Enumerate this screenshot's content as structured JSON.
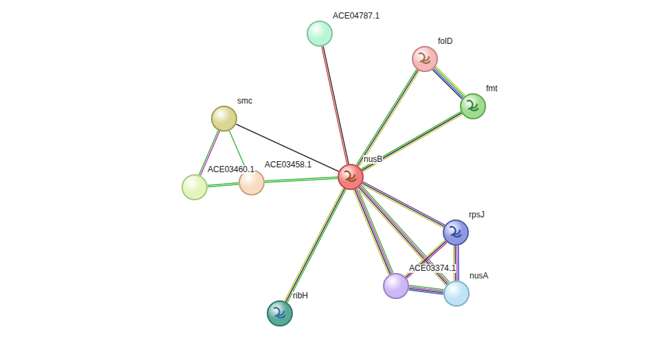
{
  "diagram": {
    "nodes": [
      {
        "text": [
          "ACE04787.1"
        ]
      },
      {
        "text": [
          "folD"
        ]
      },
      {
        "text": [
          "fmt"
        ]
      },
      {
        "text": [
          "smc"
        ]
      },
      {
        "text": [
          "ACE03460.1"
        ]
      },
      {
        "text": [
          "ACE03458.1"
        ]
      },
      {
        "text": [
          "nusB"
        ]
      },
      {
        "text": [
          "rpsJ"
        ]
      },
      {
        "text": [
          "ACE03374.1"
        ]
      },
      {
        "text": [
          "nusA"
        ]
      },
      {
        "text": [
          "ribH"
        ]
      }
    ],
    "edges": [
      {
        "from": 6,
        "to": 0,
        "arrow": "none"
      },
      {
        "from": 6,
        "to": 1,
        "arrow": "none"
      },
      {
        "from": 6,
        "to": 2,
        "arrow": "none"
      },
      {
        "from": 1,
        "to": 2,
        "arrow": "none"
      },
      {
        "from": 6,
        "to": 3,
        "arrow": "none"
      },
      {
        "from": 3,
        "to": 4,
        "arrow": "none"
      },
      {
        "from": 3,
        "to": 5,
        "arrow": "none"
      },
      {
        "from": 4,
        "to": 5,
        "arrow": "none"
      },
      {
        "from": 6,
        "to": 5,
        "arrow": "none"
      },
      {
        "from": 6,
        "to": 10,
        "arrow": "none"
      },
      {
        "from": 6,
        "to": 7,
        "arrow": "none"
      },
      {
        "from": 6,
        "to": 8,
        "arrow": "none"
      },
      {
        "from": 6,
        "to": 9,
        "arrow": "none"
      },
      {
        "from": 7,
        "to": 9,
        "arrow": "none"
      },
      {
        "from": 7,
        "to": 8,
        "arrow": "none"
      },
      {
        "from": 8,
        "to": 9,
        "arrow": "none"
      }
    ]
  }
}
